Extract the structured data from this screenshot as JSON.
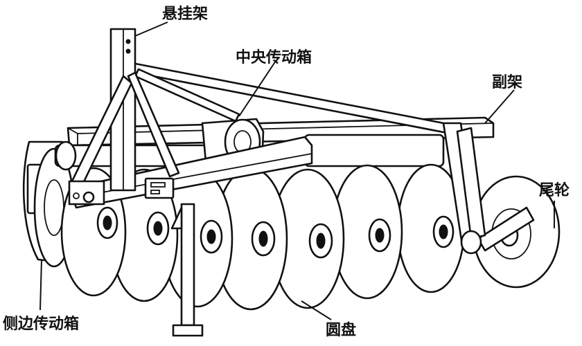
{
  "labels": {
    "hitch_frame": "悬挂架",
    "central_gearbox": "中央传动箱",
    "sub_frame": "副架",
    "tail_wheel": "尾轮",
    "side_gearbox": "侧边传动箱",
    "discs": "圆盘"
  },
  "colors": {
    "line": "#111111",
    "background": "#ffffff"
  }
}
